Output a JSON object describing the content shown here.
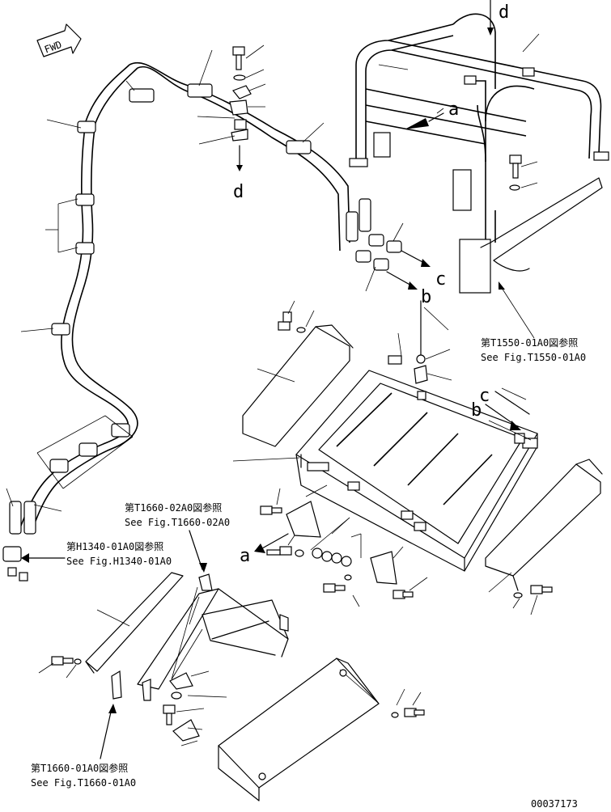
{
  "fwd_label": "FWD",
  "callout_letters": {
    "a": "a",
    "b": "b",
    "c": "c",
    "d": "d"
  },
  "references": [
    {
      "jp": "第T1550-01A0図参照",
      "en": "See Fig.T1550-01A0"
    },
    {
      "jp": "第T1660-02A0図参照",
      "en": "See Fig.T1660-02A0"
    },
    {
      "jp": "第H1340-01A0図参照",
      "en": "See Fig.H1340-01A0"
    },
    {
      "jp": "第T1660-01A0図参照",
      "en": "See Fig.T1660-01A0"
    }
  ],
  "drawing_number": "00037173"
}
